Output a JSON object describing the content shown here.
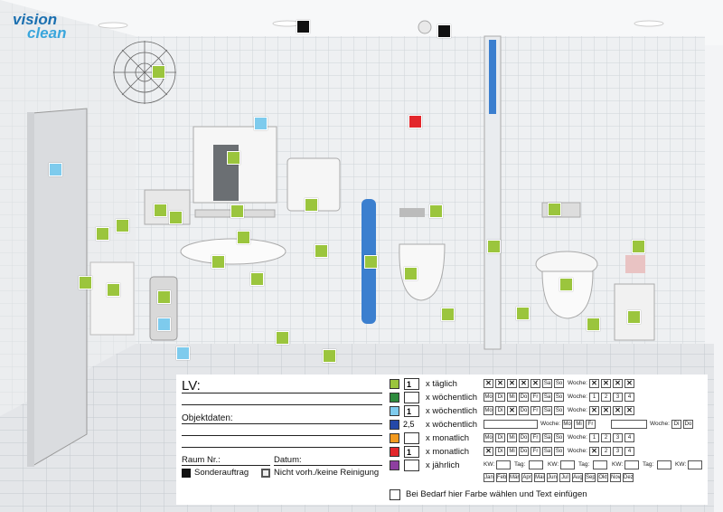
{
  "logo": {
    "line1": "vision",
    "line2": "clean"
  },
  "scene_markers": [
    {
      "color": "green"
    },
    {
      "color": "black"
    },
    {
      "color": "black"
    },
    {
      "color": "blue"
    },
    {
      "color": "red"
    },
    {
      "color": "blue"
    },
    {
      "color": "green"
    },
    {
      "color": "green"
    },
    {
      "color": "green"
    },
    {
      "color": "green"
    },
    {
      "color": "green"
    },
    {
      "color": "green"
    },
    {
      "color": "green"
    },
    {
      "color": "green"
    },
    {
      "color": "green"
    },
    {
      "color": "green"
    },
    {
      "color": "green"
    },
    {
      "color": "green"
    },
    {
      "color": "green"
    },
    {
      "color": "green"
    },
    {
      "color": "green"
    },
    {
      "color": "green"
    },
    {
      "color": "green"
    },
    {
      "color": "green"
    },
    {
      "color": "green"
    },
    {
      "color": "green"
    },
    {
      "color": "green"
    },
    {
      "color": "green"
    },
    {
      "color": "green"
    },
    {
      "color": "blue"
    },
    {
      "color": "blue"
    },
    {
      "color": "green"
    },
    {
      "color": "green"
    },
    {
      "color": "green"
    },
    {
      "color": "green"
    },
    {
      "color": "green"
    }
  ],
  "colors": {
    "green": "#9bc53d",
    "blue": "#7ecbed",
    "red": "#e3262b",
    "black": "#111111"
  },
  "form": {
    "lv": "LV:",
    "objektdaten": "Objektdaten:",
    "raum_nr": "Raum Nr.:",
    "datum": "Datum:",
    "sonderauftrag": "Sonderauftrag",
    "nicht_vorh": "Nicht vorh./keine Reinigung"
  },
  "legend": [
    {
      "color": "#9bc53d",
      "count": "1",
      "label": "x täglich"
    },
    {
      "color": "#2e8b3d",
      "count": "",
      "label": "x wöchentlich"
    },
    {
      "color": "#7ecbed",
      "count": "1",
      "label": "x wöchentlich"
    },
    {
      "color": "#2448a8",
      "count": "2,5",
      "label": "x wöchentlich"
    },
    {
      "color": "#f29a1f",
      "count": "",
      "label": "x monatlich"
    },
    {
      "color": "#e3262b",
      "count": "1",
      "label": "x monatlich"
    },
    {
      "color": "#8e3fa0",
      "count": "",
      "label": "x jährlich"
    }
  ],
  "days": [
    "Mo",
    "Di",
    "Mi",
    "Do",
    "Fr",
    "Sa",
    "So"
  ],
  "months": [
    "Jan",
    "Feb",
    "Mär",
    "Apr",
    "Mai",
    "Jun",
    "Jul",
    "Aug",
    "Sep",
    "Okt",
    "Nov",
    "Dez"
  ],
  "labels": {
    "woche": "Woche:",
    "kw": "KW:",
    "tag": "Tag:",
    "mo": "Mo",
    "mi": "Mi",
    "fr": "Fr",
    "di": "Di",
    "do": "Do",
    "w1": "1",
    "w2": "2",
    "w3": "3",
    "w4": "4"
  },
  "bedarf_text": "Bei Bedarf hier Farbe wählen und Text einfügen"
}
